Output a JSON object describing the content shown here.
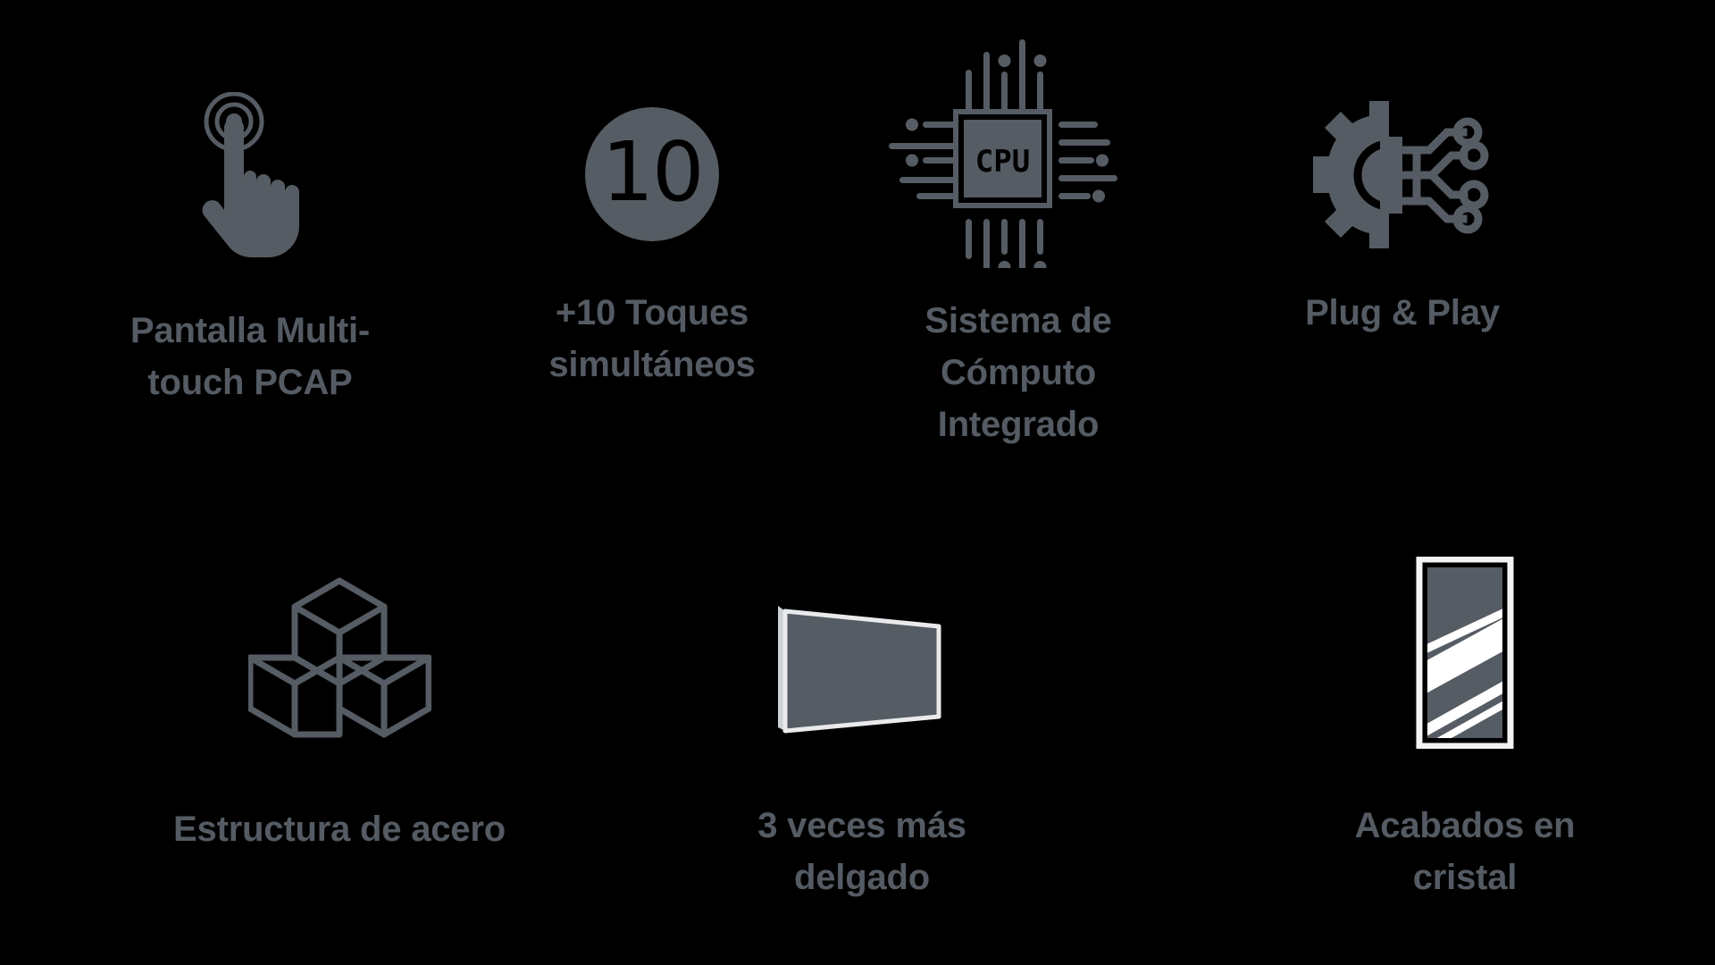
{
  "page": {
    "background_color": "#000000",
    "icon_color": "#565c63",
    "text_color": "#545b63"
  },
  "features": [
    {
      "id": "touch",
      "icon": "touch-hand-icon",
      "label": "Pantalla Multi-\ntouch PCAP"
    },
    {
      "id": "touches",
      "icon": "ten-badge-icon",
      "badge_value": "10",
      "label": "+10 Toques\nsimultáneos"
    },
    {
      "id": "cpu",
      "icon": "cpu-chip-icon",
      "chip_text": "CPU",
      "label": "Sistema de\nCómputo\nIntegrado"
    },
    {
      "id": "plug",
      "icon": "gear-circuit-icon",
      "label": "Plug & Play"
    },
    {
      "id": "steel",
      "icon": "isometric-cubes-icon",
      "label": "Estructura de acero"
    },
    {
      "id": "thin",
      "icon": "thin-panel-icon",
      "label": "3 veces más\ndelgado"
    },
    {
      "id": "glass",
      "icon": "glass-panel-icon",
      "label": "Acabados en\ncristal"
    }
  ]
}
